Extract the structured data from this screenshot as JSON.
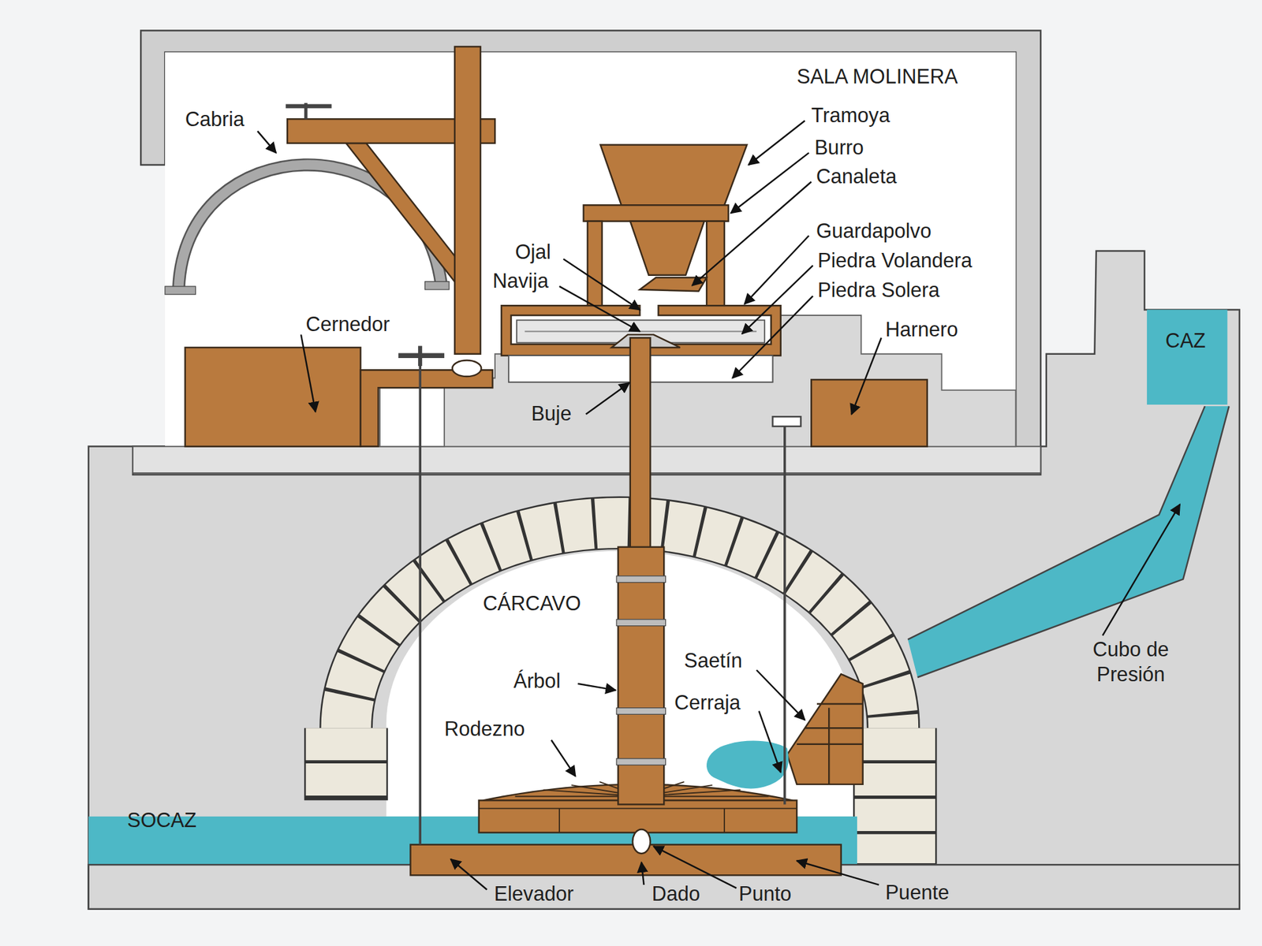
{
  "diagram": {
    "labels": [
      "SALA MOLINERA",
      "Tramoya",
      "Burro",
      "Canaleta",
      "Guardapolvo",
      "Piedra Volandera",
      "Piedra Solera",
      "Harnero",
      "Cabria",
      "Ojal",
      "Navija",
      "Cernedor",
      "Buje",
      "CAZ",
      "CÁRCAVO",
      "Cubo de Presión",
      "Saetín",
      "Cerraja",
      "Árbol",
      "Rodezno",
      "SOCAZ",
      "Elevador",
      "Dado",
      "Punto",
      "Puente"
    ]
  }
}
